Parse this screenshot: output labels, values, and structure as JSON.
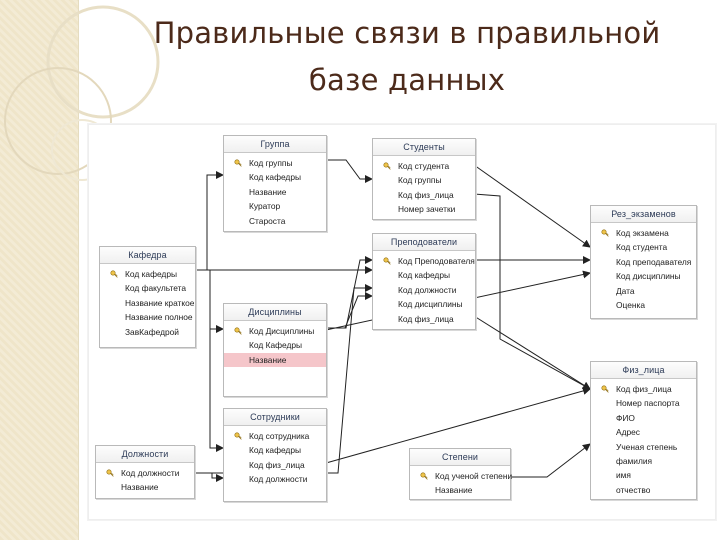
{
  "title": {
    "line1": "Правильные связи в правильной",
    "line2": "базе данных"
  },
  "tables": {
    "gruppa": {
      "name": "Группа",
      "fields": [
        {
          "label": "Код группы",
          "key": true
        },
        {
          "label": "Код кафедры",
          "key": false
        },
        {
          "label": "Название",
          "key": false
        },
        {
          "label": "Куратор",
          "key": false
        },
        {
          "label": "Староста",
          "key": false
        }
      ]
    },
    "studenty": {
      "name": "Студенты",
      "fields": [
        {
          "label": "Код студента",
          "key": true
        },
        {
          "label": "Код группы",
          "key": false
        },
        {
          "label": "Код физ_лица",
          "key": false
        },
        {
          "label": "Номер зачетки",
          "key": false
        }
      ]
    },
    "rez_ekzamenov": {
      "name": "Рез_экзаменов",
      "fields": [
        {
          "label": "Код экзамена",
          "key": true
        },
        {
          "label": "Код студента",
          "key": false
        },
        {
          "label": "Код преподавателя",
          "key": false
        },
        {
          "label": "Код дисциплины",
          "key": false
        },
        {
          "label": "Дата",
          "key": false
        },
        {
          "label": "Оценка",
          "key": false
        }
      ]
    },
    "kafedra": {
      "name": "Кафедра",
      "fields": [
        {
          "label": "Код кафедры",
          "key": true
        },
        {
          "label": "Код факультета",
          "key": false
        },
        {
          "label": "Название краткое",
          "key": false
        },
        {
          "label": "Название полное",
          "key": false
        },
        {
          "label": "ЗавКафедрой",
          "key": false
        }
      ]
    },
    "prepodavateli": {
      "name": "Преподователи",
      "fields": [
        {
          "label": "Код Преподователя",
          "key": true
        },
        {
          "label": "Код кафедры",
          "key": false
        },
        {
          "label": "Код должности",
          "key": false
        },
        {
          "label": "Код дисциплины",
          "key": false
        },
        {
          "label": "Код физ_лица",
          "key": false
        }
      ]
    },
    "discipliny": {
      "name": "Дисциплины",
      "fields": [
        {
          "label": "Код Дисциплины",
          "key": true
        },
        {
          "label": "Код Кафедры",
          "key": false
        },
        {
          "label": "Название",
          "key": false
        }
      ]
    },
    "fiz_lica": {
      "name": "Физ_лица",
      "fields": [
        {
          "label": "Код физ_лица",
          "key": true
        },
        {
          "label": "Номер паспорта",
          "key": false
        },
        {
          "label": "ФИО",
          "key": false
        },
        {
          "label": "Адрес",
          "key": false
        },
        {
          "label": "Ученая степень",
          "key": false
        },
        {
          "label": "фамилия",
          "key": false
        },
        {
          "label": "имя",
          "key": false
        },
        {
          "label": "отчество",
          "key": false
        }
      ]
    },
    "sotrudniki": {
      "name": "Сотрудники",
      "fields": [
        {
          "label": "Код сотрудника",
          "key": true
        },
        {
          "label": "Код кафедры",
          "key": false
        },
        {
          "label": "Код физ_лица",
          "key": false
        },
        {
          "label": "Код должности",
          "key": false
        }
      ]
    },
    "dolzhnosti": {
      "name": "Должности",
      "fields": [
        {
          "label": "Код должности",
          "key": true
        },
        {
          "label": "Название",
          "key": false
        }
      ]
    },
    "stepeni": {
      "name": "Степени",
      "fields": [
        {
          "label": "Код ученой степени",
          "key": true
        },
        {
          "label": "Название",
          "key": false
        }
      ]
    }
  },
  "colors": {
    "title": "#4c2a1a",
    "left_strip": "#efe5c9",
    "highlight_row": "#f5c6ca",
    "line": "#222222"
  }
}
